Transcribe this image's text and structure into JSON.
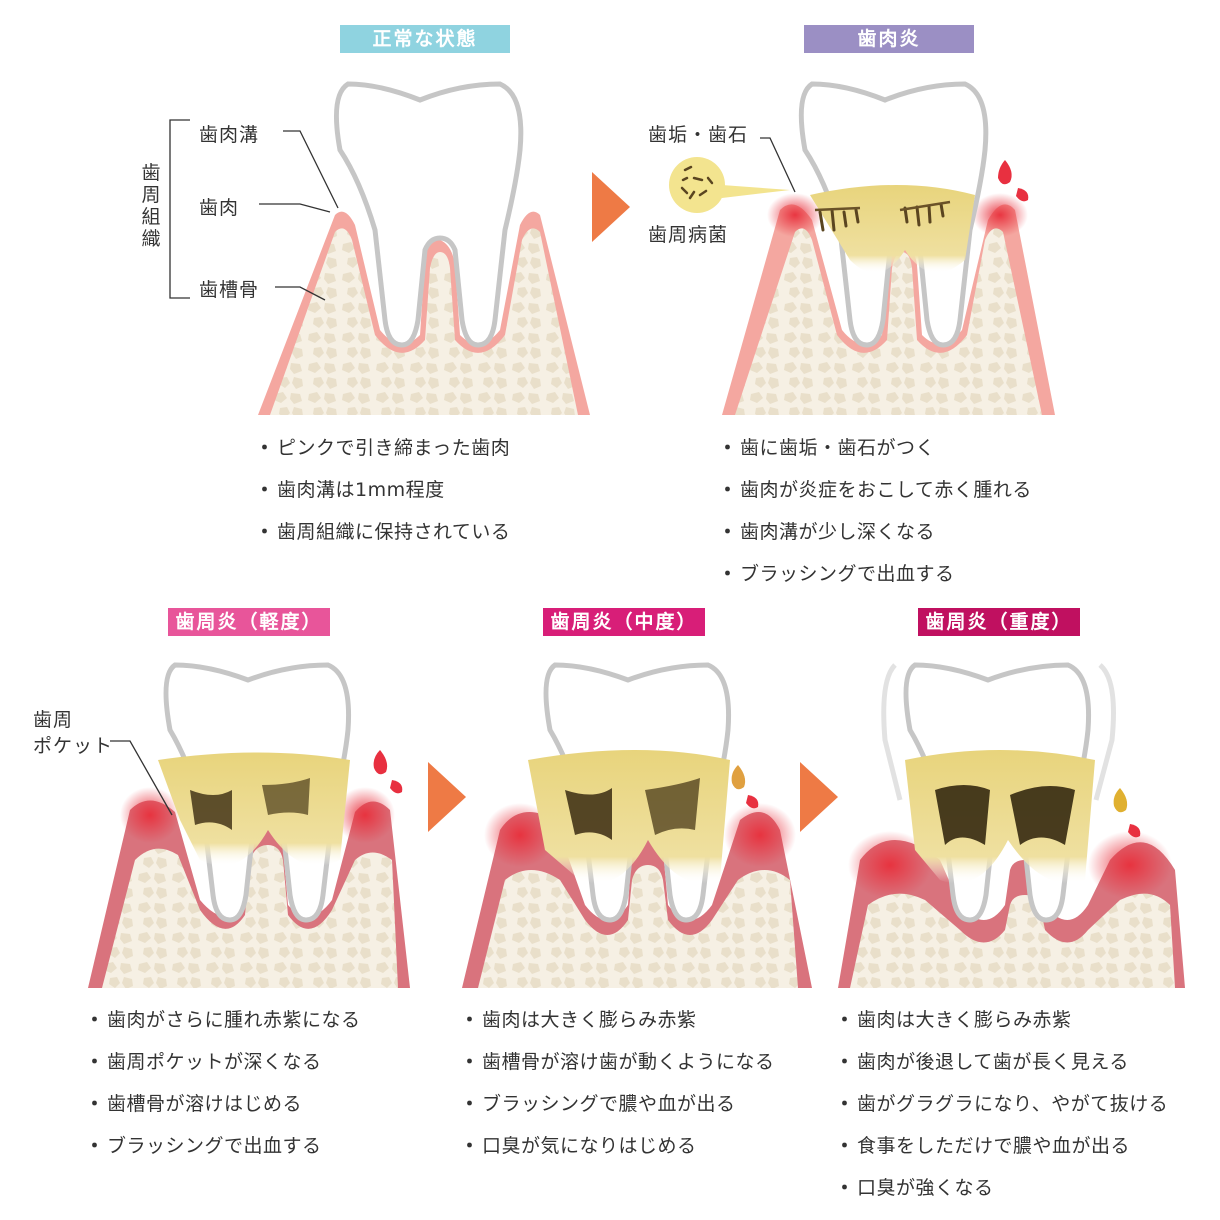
{
  "stages": [
    {
      "title": "正常な状態",
      "color": "#8fd3e0",
      "bullets": [
        "ピンクで引き締まった歯肉",
        "歯肉溝は1mm程度",
        "歯周組織に保持されている"
      ]
    },
    {
      "title": "歯肉炎",
      "color": "#9b8fc4",
      "bullets": [
        "歯に歯垢・歯石がつく",
        "歯肉が炎症をおこして赤く腫れる",
        "歯肉溝が少し深くなる",
        "ブラッシングで出血する"
      ]
    },
    {
      "title": "歯周炎（軽度）",
      "color": "#e8559a",
      "bullets": [
        "歯肉がさらに腫れ赤紫になる",
        "歯周ポケットが深くなる",
        "歯槽骨が溶けはじめる",
        "ブラッシングで出血する"
      ]
    },
    {
      "title": "歯周炎（中度）",
      "color": "#d81e78",
      "bullets": [
        "歯肉は大きく膨らみ赤紫",
        "歯槽骨が溶け歯が動くようになる",
        "ブラッシングで膿や血が出る",
        "口臭が気になりはじめる"
      ]
    },
    {
      "title": "歯周炎（重度）",
      "color": "#c01060",
      "bullets": [
        "歯肉は大きく膨らみ赤紫",
        "歯肉が後退して歯が長く見える",
        "歯がグラグラになり、やがて抜ける",
        "食事をしただけで膿や血が出る",
        "口臭が強くなる"
      ]
    }
  ],
  "labels": {
    "sulcus": "歯肉溝",
    "gum": "歯肉",
    "bone": "歯槽骨",
    "tissue": "歯周組織",
    "plaque": "歯垢・歯石",
    "bacteria": "歯周病菌",
    "pocket_line1": "歯周",
    "pocket_line2": "ポケット"
  },
  "bullet_mark": "・",
  "colors": {
    "arrow": "#ee7a45",
    "enamel_outline": "#c8c8c8",
    "gum_pink": "#f4a7a0",
    "bone_fill": "#f6f0e4",
    "bone_dots": "#e6dcc8",
    "plaque": "#e8d88a",
    "blood": "#e83040",
    "pus": "#e8b030"
  }
}
